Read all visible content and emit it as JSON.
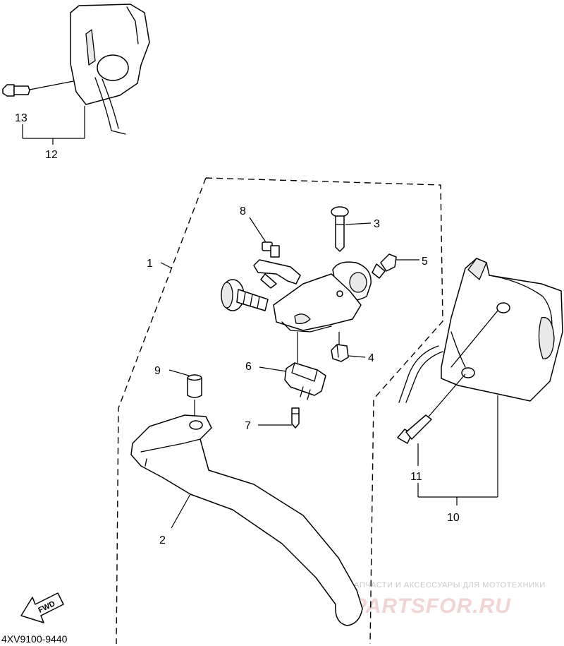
{
  "callouts": {
    "c1": "1",
    "c2": "2",
    "c3": "3",
    "c4": "4",
    "c5": "5",
    "c6": "6",
    "c7": "7",
    "c8": "8",
    "c9": "9",
    "c10": "10",
    "c11": "11",
    "c12": "12",
    "c13": "13"
  },
  "diagram_code": "4XV9100-9440",
  "fwd_label": "FWD",
  "watermark": {
    "tagline": "ЗАПЧАСТИ И АКСЕССУАРЫ ДЛЯ МОТОТЕХНИКИ",
    "brand": "PARTSFOR.RU"
  }
}
